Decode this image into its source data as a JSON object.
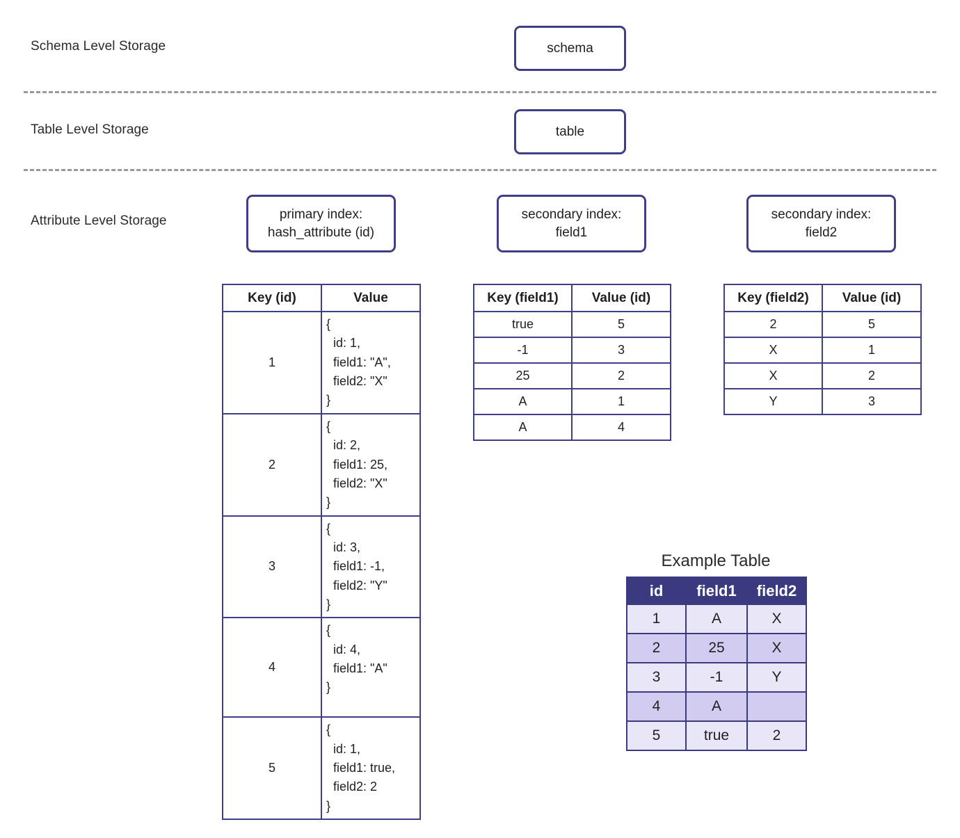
{
  "levels": [
    {
      "label": "Schema Level Storage",
      "node": {
        "line1": "schema",
        "line2": ""
      }
    },
    {
      "label": "Table Level Storage",
      "node": {
        "line1": "table",
        "line2": ""
      }
    },
    {
      "label": "Attribute Level Storage"
    }
  ],
  "index_nodes": [
    {
      "line1": "primary index:",
      "line2": "hash_attribute (id)"
    },
    {
      "line1": "secondary index:",
      "line2": "field1"
    },
    {
      "line1": "secondary index:",
      "line2": "field2"
    }
  ],
  "primary_index": {
    "headers": [
      "Key (id)",
      "Value"
    ],
    "rows": [
      {
        "key": "1",
        "value": "{\n  id: 1,\n  field1: \"A\",\n  field2: \"X\"\n}"
      },
      {
        "key": "2",
        "value": "{\n  id: 2,\n  field1: 25,\n  field2: \"X\"\n}"
      },
      {
        "key": "3",
        "value": "{\n  id: 3,\n  field1: -1,\n  field2: \"Y\"\n}"
      },
      {
        "key": "4",
        "value": "{\n  id: 4,\n  field1: \"A\"\n}"
      },
      {
        "key": "5",
        "value": "{\n  id: 1,\n  field1: true,\n  field2: 2\n}"
      }
    ]
  },
  "secondary_index_field1": {
    "headers": [
      "Key (field1)",
      "Value (id)"
    ],
    "rows": [
      {
        "key": "true",
        "value": "5"
      },
      {
        "key": "-1",
        "value": "3"
      },
      {
        "key": "25",
        "value": "2"
      },
      {
        "key": "A",
        "value": "1"
      },
      {
        "key": "A",
        "value": "4"
      }
    ]
  },
  "secondary_index_field2": {
    "headers": [
      "Key (field2)",
      "Value (id)"
    ],
    "rows": [
      {
        "key": "2",
        "value": "5"
      },
      {
        "key": "X",
        "value": "1"
      },
      {
        "key": "X",
        "value": "2"
      },
      {
        "key": "Y",
        "value": "3"
      }
    ]
  },
  "example_table": {
    "title": "Example Table",
    "headers": [
      "id",
      "field1",
      "field2"
    ],
    "rows": [
      [
        "1",
        "A",
        "X"
      ],
      [
        "2",
        "25",
        "X"
      ],
      [
        "3",
        "-1",
        "Y"
      ],
      [
        "4",
        "A",
        ""
      ],
      [
        "5",
        "true",
        "2"
      ]
    ]
  },
  "colors": {
    "node_border": "#3f3e86",
    "table_border": "#3f3e86",
    "example_header_bg": "#3b3a80",
    "example_row_odd_bg": "#e9e6f8",
    "example_row_even_bg": "#d2cdf0",
    "divider": "#9a9a9a",
    "text": "#1f1f1f",
    "background": "#ffffff"
  }
}
